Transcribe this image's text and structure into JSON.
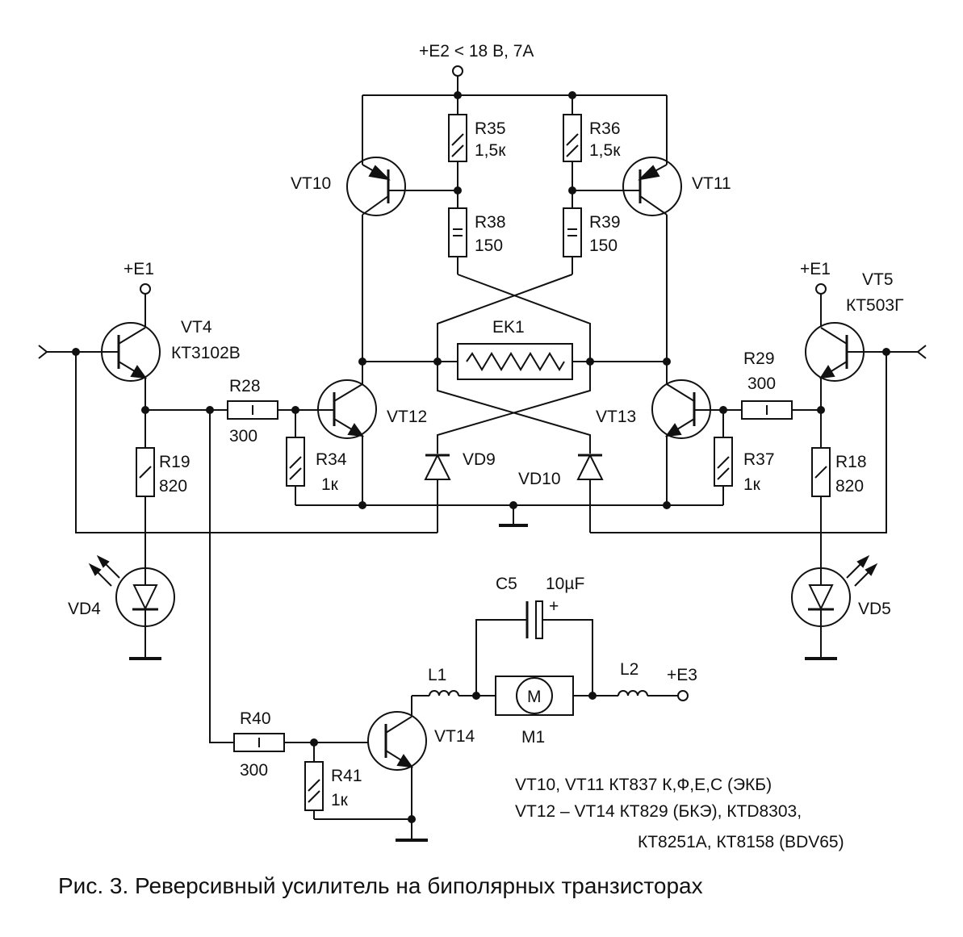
{
  "supplies": {
    "e2": "+E2 < 18 В,  7А",
    "e1_left": "+E1",
    "e1_right": "+E1",
    "e3": "+E3"
  },
  "transistors": {
    "vt10": "VT10",
    "vt11": "VT11",
    "vt4": "VT4",
    "vt4_type": "КТ3102В",
    "vt5": "VT5",
    "vt5_type": "КТ503Г",
    "vt12": "VT12",
    "vt13": "VT13",
    "vt14": "VT14"
  },
  "resistors": {
    "r35": "R35",
    "r35_val": "1,5к",
    "r36": "R36",
    "r36_val": "1,5к",
    "r38": "R38",
    "r38_val": "150",
    "r39": "R39",
    "r39_val": "150",
    "r28": "R28",
    "r28_val": "300",
    "r29": "R29",
    "r29_val": "300",
    "r19": "R19",
    "r19_val": "820",
    "r18": "R18",
    "r18_val": "820",
    "r34": "R34",
    "r34_val": "1к",
    "r37": "R37",
    "r37_val": "1к",
    "r40": "R40",
    "r40_val": "300",
    "r41": "R41",
    "r41_val": "1к"
  },
  "diodes": {
    "vd9": "VD9",
    "vd10": "VD10",
    "vd4": "VD4",
    "vd5": "VD5"
  },
  "heater": "EK1",
  "capacitor": {
    "name": "C5",
    "value": "10µF",
    "polarity": "+"
  },
  "inductors": {
    "l1": "L1",
    "l2": "L2"
  },
  "motor": {
    "name": "M1",
    "symbol": "M"
  },
  "notes": [
    "VT10, VT11  КТ837 К,Ф,Е,С (ЭКБ)",
    "VT12 – VT14  КТ829 (БКЭ), КТD8303,",
    "КТ8251А, КТ8158 (BDV65)"
  ],
  "caption": "Рис. 3.  Реверсивный усилитель на биполярных транзисторах"
}
